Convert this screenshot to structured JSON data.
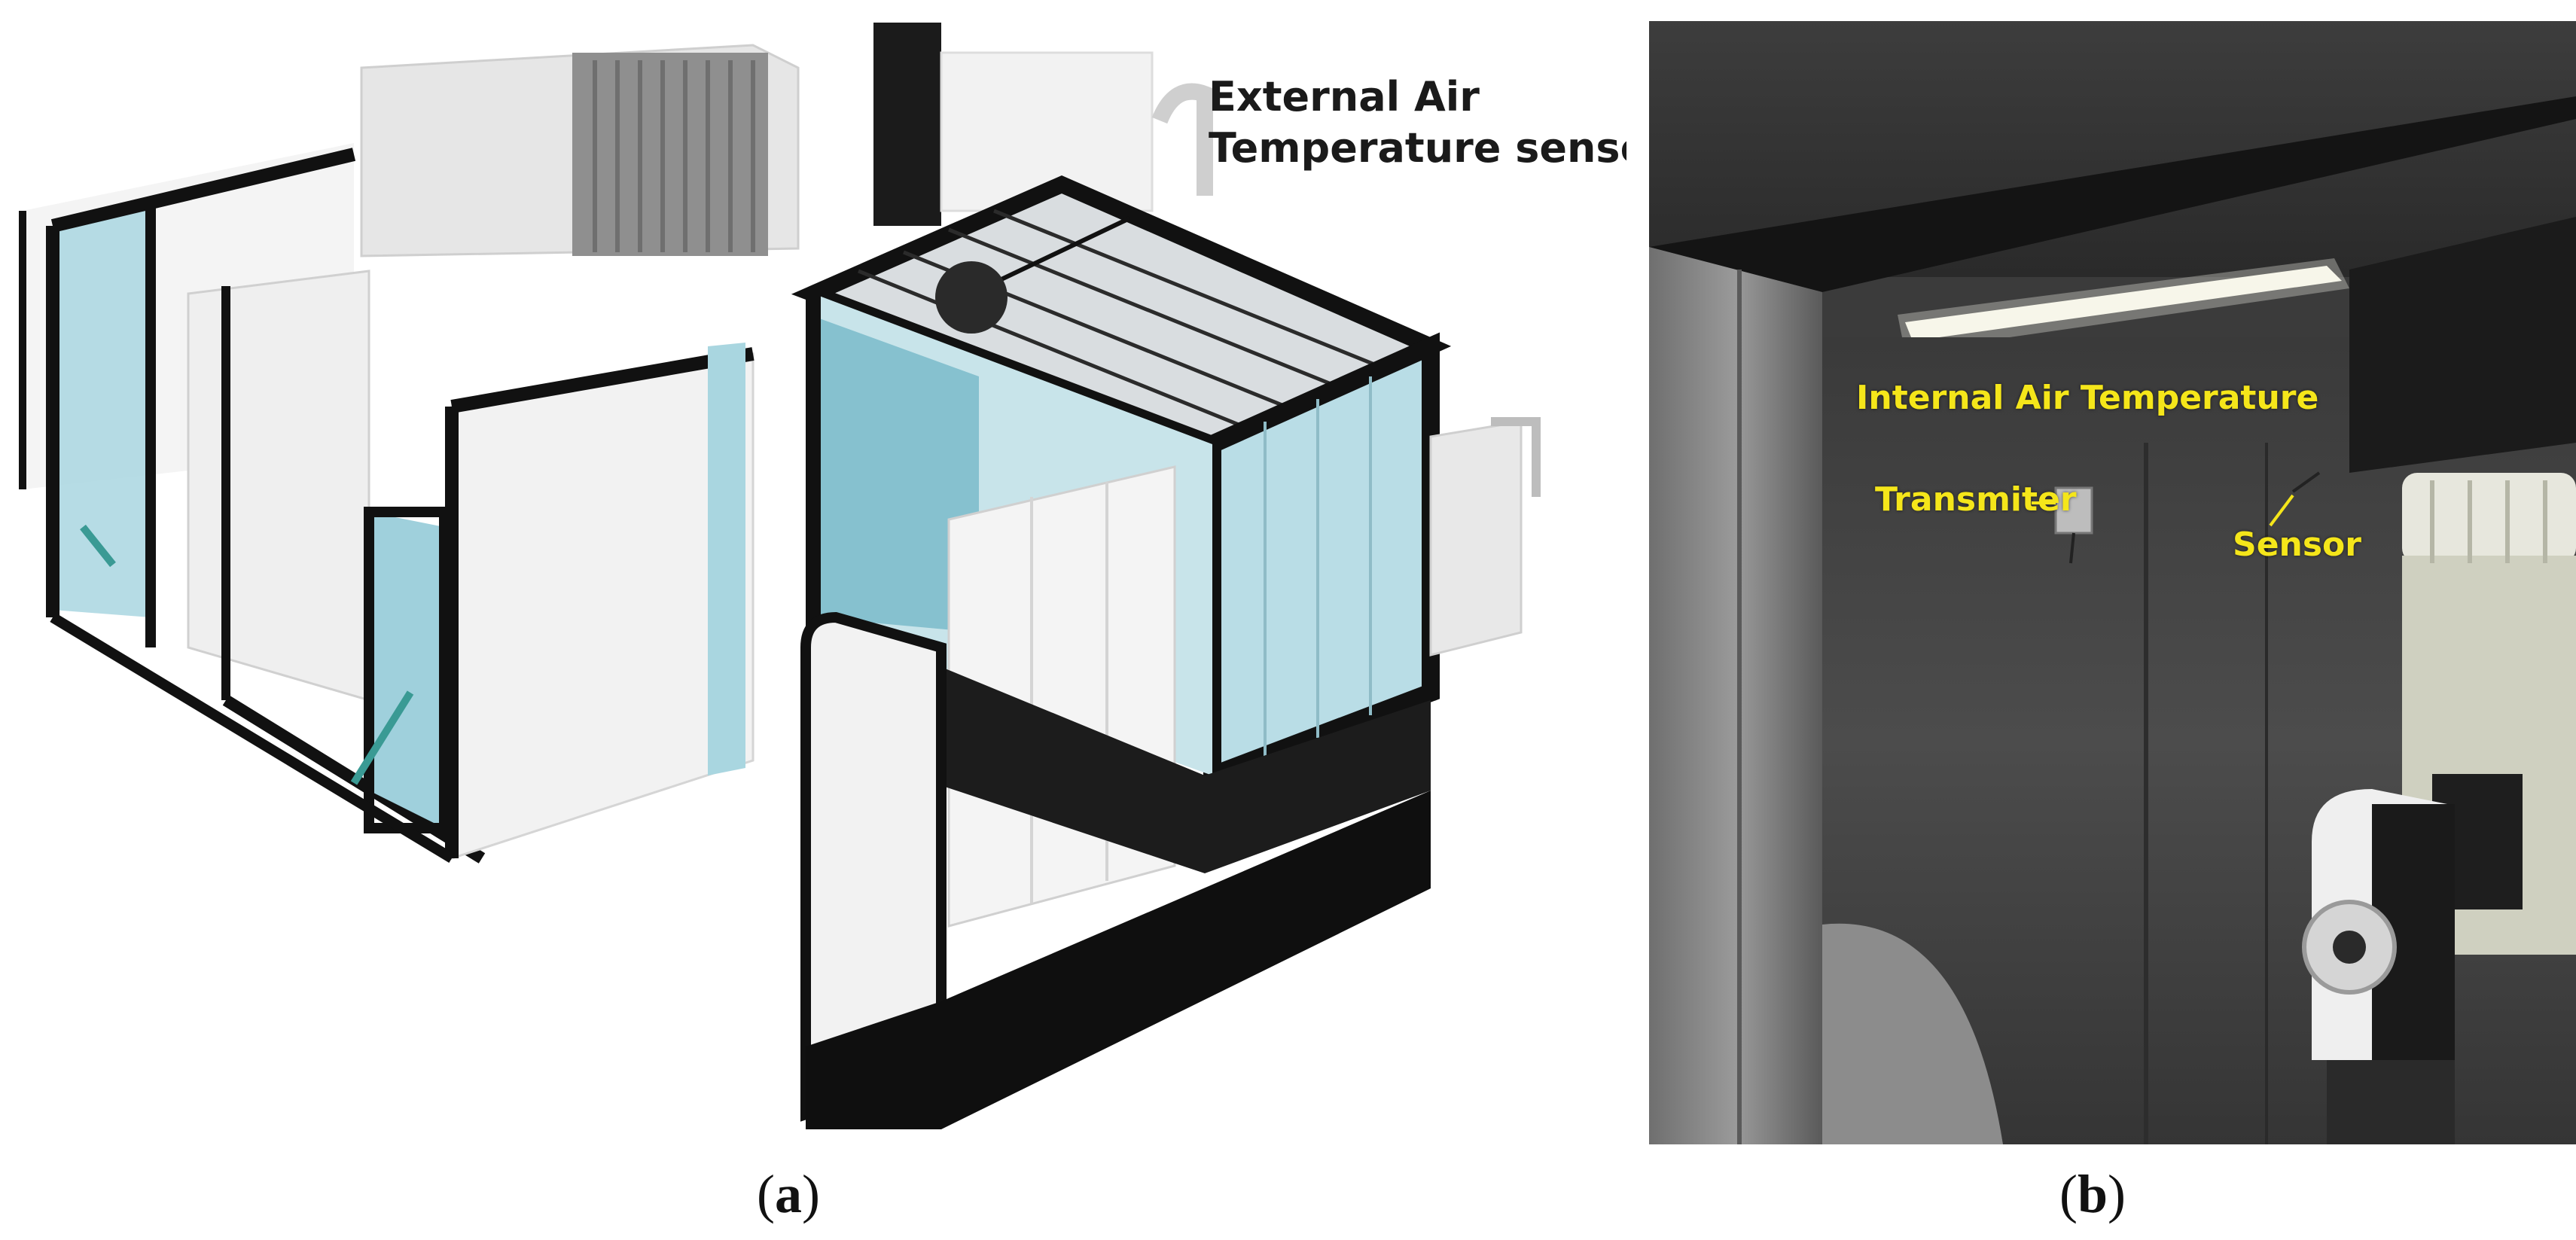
{
  "panel_a": {
    "callout_line1": "External Air",
    "callout_line2": "Temperature sensor",
    "caption_letter": "a"
  },
  "panel_b": {
    "label_internal": "Internal Air Temperature",
    "label_transmitter": "Transmiter",
    "label_sensor": "Sensor",
    "caption_letter": "b"
  },
  "colors": {
    "label_yellow": "#f5e61a",
    "steel": "#4a4a4a",
    "glass": "#a9d6e0"
  }
}
